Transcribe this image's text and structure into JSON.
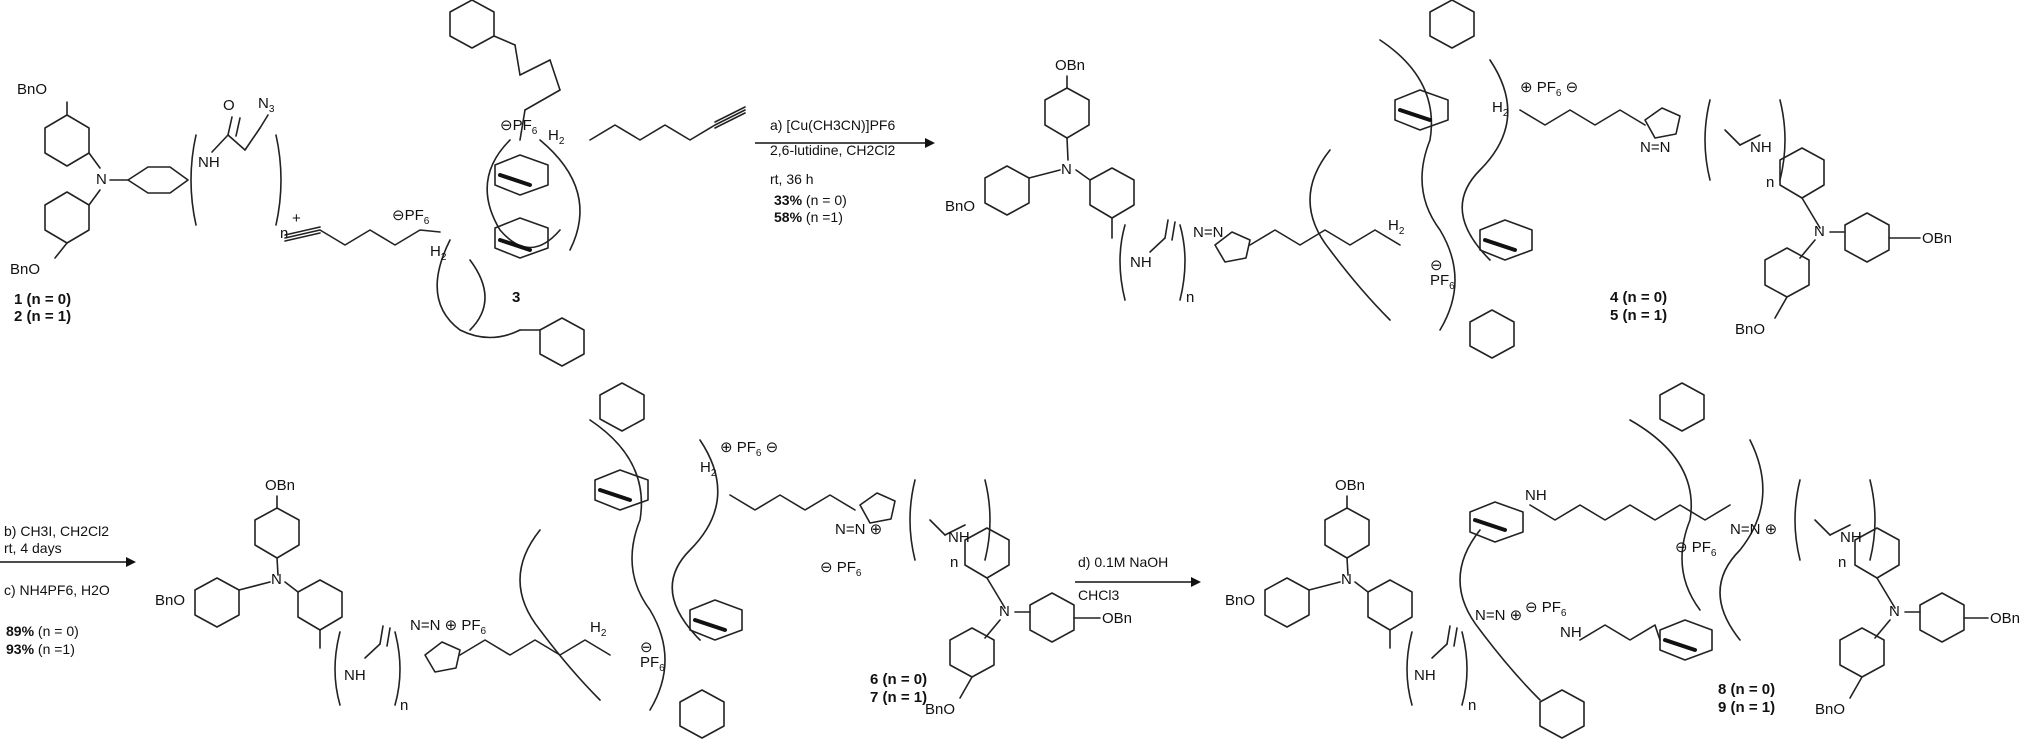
{
  "labels": {
    "obn": "OBn",
    "bno": "BnO",
    "n": "N",
    "nh": "NH",
    "n3": "N",
    "n3_sub": "3",
    "o": "O",
    "n_index": "n",
    "pf6": "PF",
    "pf6_sub": "6",
    "h2": "H",
    "h2_sub": "2",
    "triazole": "N=N",
    "plus": "+"
  },
  "compounds": {
    "c1": "1 (n = 0)",
    "c2": "2 (n = 1)",
    "c3": "3",
    "c4": "4 (n = 0)",
    "c5": "5 (n = 1)",
    "c6": "6 (n = 0)",
    "c7": "7 (n = 1)",
    "c8": "8 (n = 0)",
    "c9": "9 (n = 1)"
  },
  "step_a": {
    "line1": "a) [Cu(CH3CN)]PF6",
    "line2": "2,6-lutidine, CH2Cl2",
    "line3": "rt, 36 h",
    "yield1_value": "33%",
    "yield1_cond": "(n = 0)",
    "yield2_value": "58%",
    "yield2_cond": "(n =1)"
  },
  "step_bc": {
    "line1": "b) CH3I, CH2Cl2",
    "line2": "rt, 4 days",
    "line3": "c) NH4PF6, H2O",
    "yield1_value": "89%",
    "yield1_cond": "(n = 0)",
    "yield2_value": "93%",
    "yield2_cond": "(n =1)"
  },
  "step_d": {
    "line1": "d) 0.1M NaOH",
    "line2": "CHCl3"
  },
  "colors": {
    "ink": "#111111",
    "background": "#ffffff"
  }
}
